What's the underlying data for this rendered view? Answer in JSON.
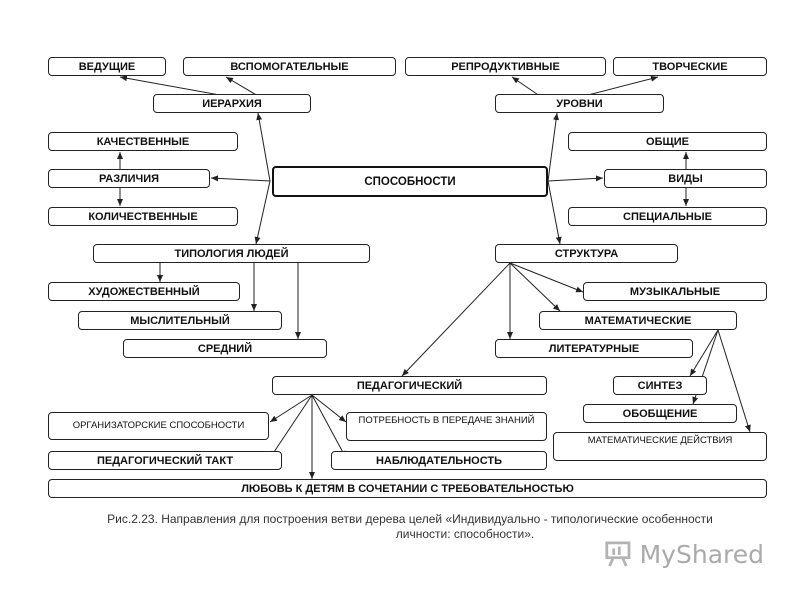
{
  "nodes": {
    "vedushchie": "ВЕДУЩИЕ",
    "vspomogatelnye": "ВСПОМОГАТЕЛЬНЫЕ",
    "reproduktivnye": "РЕПРОДУКТИВНЫЕ",
    "tvorcheskie": "ТВОРЧЕСКИЕ",
    "ierarkhiya": "ИЕРАРХИЯ",
    "urovni": "УРОВНИ",
    "kachestvennye": "КАЧЕСТВЕННЫЕ",
    "obshchie": "ОБЩИЕ",
    "razlichiya": "РАЗЛИЧИЯ",
    "sposobnosti": "СПОСОБНОСТИ",
    "vidy": "ВИДЫ",
    "kolichestvennye": "КОЛИЧЕСТВЕННЫЕ",
    "spetsialnye": "СПЕЦИАЛЬНЫЕ",
    "tipologiya": "ТИПОЛОГИЯ ЛЮДЕЙ",
    "struktura": "СТРУКТУРА",
    "khudozhestvennyy": "ХУДОЖЕСТВЕННЫЙ",
    "muzykalnye": "МУЗЫКАЛЬНЫЕ",
    "myslitelnyy": "МЫСЛИТЕЛЬНЫЙ",
    "matematicheskie": "МАТЕМАТИЧЕСКИЕ",
    "sredniy": "СРЕДНИЙ",
    "literaturnye": "ЛИТЕРАТУРНЫЕ",
    "pedagogicheskiy": "ПЕДАГОГИЧЕСКИЙ",
    "sintez": "СИНТЕЗ",
    "obobshchenie": "ОБОБЩЕНИЕ",
    "organizatorskie": "ОРГАНИЗАТОРСКИЕ СПОСОБНОСТИ",
    "potrebnost": "ПОТРЕБНОСТЬ В ПЕРЕДАЧЕ ЗНАНИЙ",
    "mat_deystviya": "МАТЕМАТИЧЕСКИЕ ДЕЙСТВИЯ",
    "ped_takt": "ПЕДАГОГИЧЕСКИЙ ТАКТ",
    "nablyudatelnost": "НАБЛЮДАТЕЛЬНОСТЬ",
    "lyubov": "ЛЮБОВЬ К ДЕТЯМ В СОЧЕТАНИИ С ТРЕБОВАТЕЛЬНОСТЬЮ"
  },
  "caption": {
    "line1": "Рис.2.23. Направления для построения  ветви дерева целей «Индивидуально - типологические особенности",
    "line2": "личности: способности»."
  },
  "watermark": {
    "text": "MyShared"
  }
}
